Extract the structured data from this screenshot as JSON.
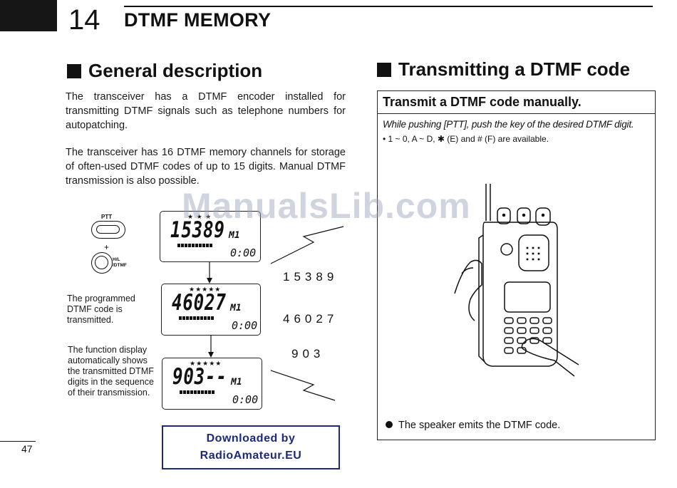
{
  "header": {
    "chapter_number": "14",
    "chapter_title": "DTMF MEMORY"
  },
  "general": {
    "heading": "General description",
    "paragraph1": "The transceiver has a DTMF encoder installed for transmitting DTMF signals such as telephone numbers for autopatching.",
    "paragraph2": "The transceiver has 16 DTMF memory channels for storage of often-used DTMF codes of up to 15 digits.  Manual DTMF transmission is also possible."
  },
  "diagram": {
    "ptt_label": "PTT",
    "plus": "+",
    "hl_label_line1": "H/L",
    "hl_label_line2": "/DTMF",
    "note_transmitted": "The programmed DTMF code is transmitted.",
    "note_display": "The function display automatically shows the transmitted DTMF digits in the sequence of their transmission.",
    "displays": [
      {
        "stars": "★  ★  ★",
        "digits": "15389",
        "memch": "M1",
        "timer": "0:00"
      },
      {
        "stars": "★★★★★",
        "digits": "46027",
        "memch": "M1",
        "timer": "0:00"
      },
      {
        "stars": "★★★★★",
        "digits": "903--",
        "memch": "M1",
        "timer": "0:00"
      }
    ],
    "codes": [
      "15389",
      "46027",
      "903"
    ]
  },
  "download_box": {
    "line1": "Downloaded by",
    "line2": "RadioAmateur.EU"
  },
  "page_number": "47",
  "transmit": {
    "heading": "Transmitting a DTMF code",
    "box_title": "Transmit a DTMF code manually.",
    "instruction": "While pushing [PTT], push the key of the desired DTMF digit.",
    "keys_note": "• 1 ~ 0, A ~ D, ✱ (E) and # (F) are available.",
    "speaker_note": "The speaker emits the DTMF code."
  },
  "watermark": "ManualsLib.com",
  "colors": {
    "ink": "#111111",
    "download_blue": "#1d2a7a",
    "watermark": "#96a0b9"
  }
}
